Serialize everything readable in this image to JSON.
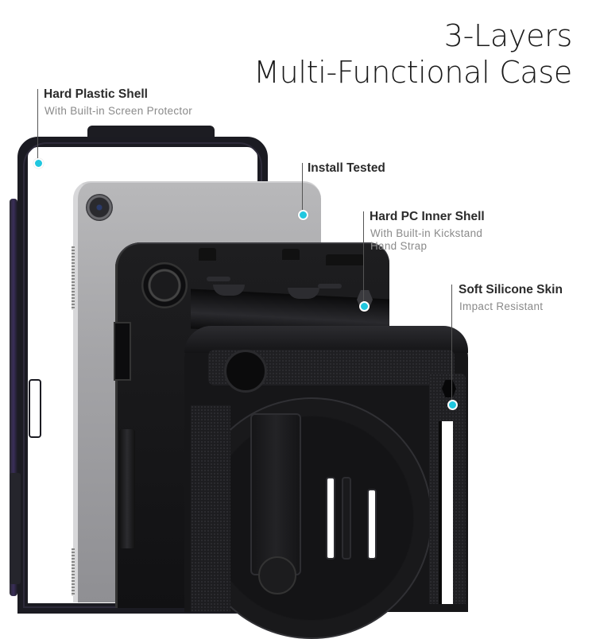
{
  "header": {
    "title_line1": "3-Layers",
    "title_line2": "Multi-Functional Case"
  },
  "callouts": [
    {
      "id": "hard-plastic-shell",
      "heading": "Hard Plastic Shell",
      "subtext": [
        "With Built-in Screen Protector"
      ]
    },
    {
      "id": "install-tested",
      "heading": "Install Tested",
      "subtext": []
    },
    {
      "id": "hard-pc-inner-shell",
      "heading": "Hard PC Inner Shell",
      "subtext": [
        "With Built-in Kickstand",
        "Hand Strap"
      ]
    },
    {
      "id": "soft-silicone-skin",
      "heading": "Soft Silicone Skin",
      "subtext": [
        "Impact Resistant"
      ]
    }
  ],
  "colors": {
    "accent_dot": "#20c7df",
    "heading_text": "#2b2b2b",
    "subtext": "#8a8a8a",
    "title_text": "#1a1a1a",
    "case_black": "#161618",
    "tablet_silver": "#a5a5a8"
  },
  "product_layers": [
    {
      "name": "hard-plastic-shell-frame",
      "label": "Hard Plastic Shell"
    },
    {
      "name": "tablet-device",
      "label": "Install Tested"
    },
    {
      "name": "hard-pc-inner-shell",
      "label": "Hard PC Inner Shell"
    },
    {
      "name": "soft-silicone-skin",
      "label": "Soft Silicone Skin"
    }
  ]
}
